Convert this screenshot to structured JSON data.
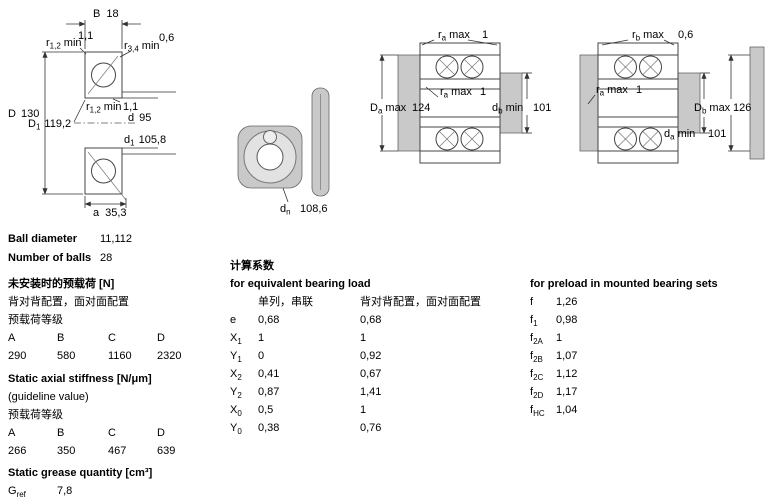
{
  "diag1": {
    "dim_B": {
      "label": "B",
      "value": "18"
    },
    "r12_top": {
      "sym": "r",
      "sub": "1,2",
      "suffix": "min",
      "value": "1,1"
    },
    "r34": {
      "sym": "r",
      "sub": "3,4",
      "suffix": "min",
      "value": "0,6"
    },
    "dim_D": {
      "label": "D",
      "value": "130"
    },
    "dim_D1": {
      "sym": "D",
      "sub": "1",
      "value": "119,2"
    },
    "r12_mid": {
      "sym": "r",
      "sub": "1,2",
      "suffix": "min",
      "value": "1,1"
    },
    "dim_d": {
      "label": "d",
      "value": "95"
    },
    "dim_d1": {
      "sym": "d",
      "sub": "1",
      "value": "105,8"
    },
    "dim_a": {
      "label": "a",
      "value": "35,3"
    }
  },
  "diag2": {
    "dim_dn": {
      "sym": "d",
      "sub": "n",
      "value": "108,6"
    }
  },
  "diag3": {
    "ra_top": {
      "sym": "r",
      "sub": "a",
      "suffix": "max",
      "value": "1"
    },
    "Da": {
      "sym": "D",
      "sub": "a",
      "suffix": "max",
      "value": "124"
    },
    "ra_mid": {
      "sym": "r",
      "sub": "a",
      "suffix": "max",
      "value": "1"
    },
    "db": {
      "sym": "d",
      "sub": "b",
      "suffix": "min",
      "value": "101"
    }
  },
  "diag4": {
    "rb_top": {
      "sym": "r",
      "sub": "b",
      "suffix": "max",
      "value": "0,6"
    },
    "ra": {
      "sym": "r",
      "sub": "a",
      "suffix": "max",
      "value": "1"
    },
    "Db": {
      "sym": "D",
      "sub": "b",
      "suffix": "max",
      "value": "126"
    },
    "da": {
      "sym": "d",
      "sub": "a",
      "suffix": "min",
      "value": "101"
    }
  },
  "specs": {
    "ball_diameter_label": "Ball diameter",
    "ball_diameter_value": "11,112",
    "number_of_balls_label": "Number of balls",
    "number_of_balls_value": "28"
  },
  "preload": {
    "title": "未安装时的预载荷 [N]",
    "subtitle": "背对背配置，面对面配置",
    "class_label": "预载荷等级",
    "cols": [
      "A",
      "B",
      "C",
      "D"
    ],
    "values": [
      "290",
      "580",
      "1160",
      "2320"
    ]
  },
  "stiffness": {
    "title": "Static axial stiffness [N/μm]",
    "subtitle": "(guideline value)",
    "class_label": "预载荷等级",
    "cols": [
      "A",
      "B",
      "C",
      "D"
    ],
    "values": [
      "266",
      "350",
      "467",
      "639"
    ]
  },
  "grease": {
    "title": "Static grease quantity [cm³]",
    "sym": "G",
    "sub": "ref",
    "value": "7,8"
  },
  "factors": {
    "title": "计算系数",
    "subtitle": "for equivalent bearing load",
    "col1": "单列，串联",
    "col2": "背对背配置，面对面配置",
    "rows": [
      {
        "sym": "e",
        "sub": "",
        "v1": "0,68",
        "v2": "0,68"
      },
      {
        "sym": "X",
        "sub": "1",
        "v1": "1",
        "v2": "1"
      },
      {
        "sym": "Y",
        "sub": "1",
        "v1": "0",
        "v2": "0,92"
      },
      {
        "sym": "X",
        "sub": "2",
        "v1": "0,41",
        "v2": "0,67"
      },
      {
        "sym": "Y",
        "sub": "2",
        "v1": "0,87",
        "v2": "1,41"
      },
      {
        "sym": "X",
        "sub": "0",
        "v1": "0,5",
        "v2": "1"
      },
      {
        "sym": "Y",
        "sub": "0",
        "v1": "0,38",
        "v2": "0,76"
      }
    ]
  },
  "preload_factors": {
    "title": "for preload in mounted bearing sets",
    "rows": [
      {
        "sym": "f",
        "sub": "",
        "value": "1,26"
      },
      {
        "sym": "f",
        "sub": "1",
        "value": "0,98"
      },
      {
        "sym": "f",
        "sub": "2A",
        "value": "1"
      },
      {
        "sym": "f",
        "sub": "2B",
        "value": "1,07"
      },
      {
        "sym": "f",
        "sub": "2C",
        "value": "1,12"
      },
      {
        "sym": "f",
        "sub": "2D",
        "value": "1,17"
      },
      {
        "sym": "f",
        "sub": "HC",
        "value": "1,04"
      }
    ]
  }
}
